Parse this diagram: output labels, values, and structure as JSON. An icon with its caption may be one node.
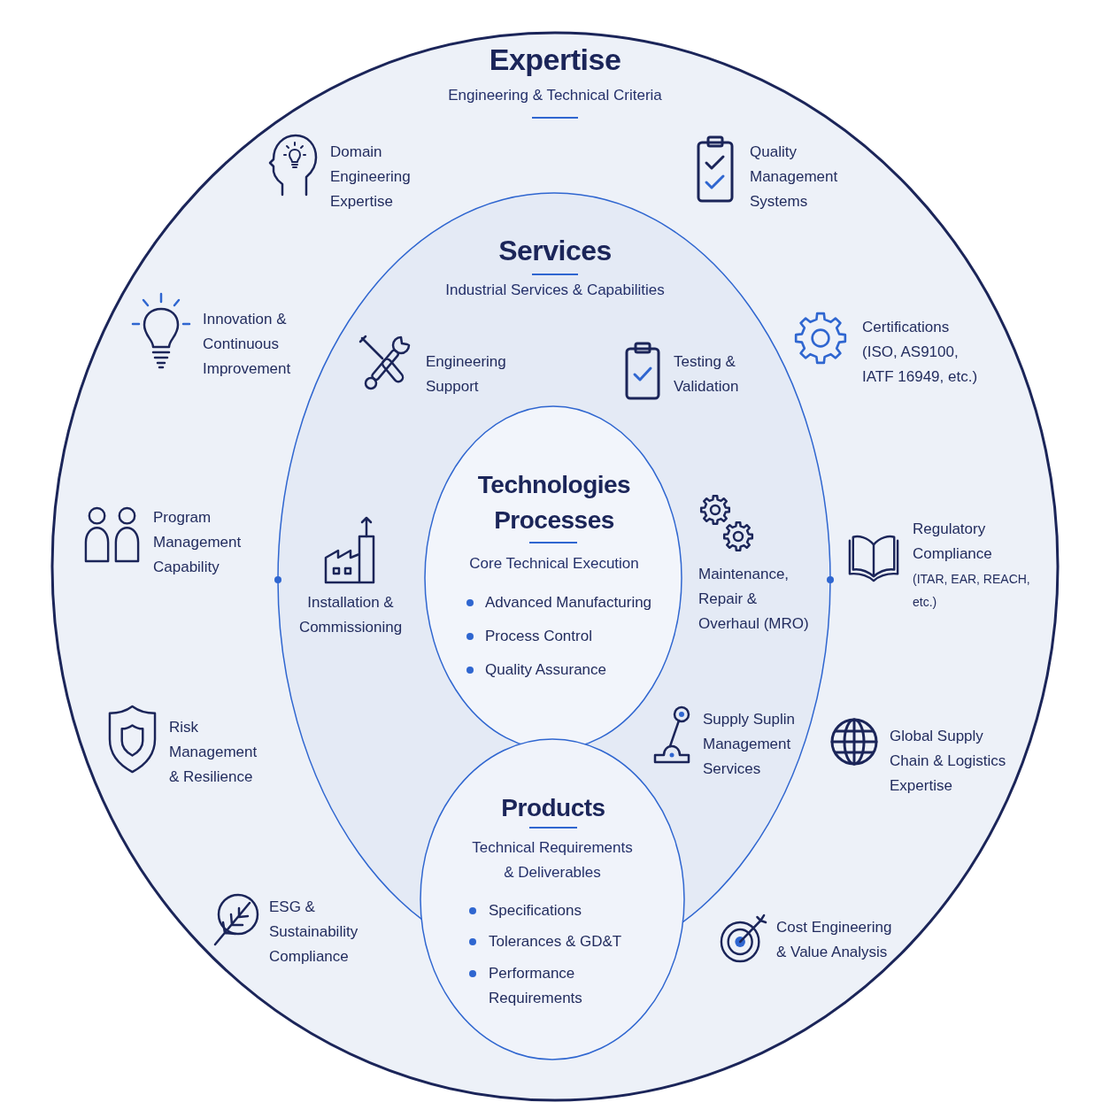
{
  "diagram": {
    "nodes": [
      {
        "text": [
          "Expertise",
          "Engineering & Technical Criteria",
          "Domain Engineering Expertise",
          "Quality Management Systems",
          "Innovation & Continuous Improvement",
          "Certifications (ISO, AS9100, IATF 16949, etc.)",
          "Program Management Capability",
          "Regulatory Compliance",
          "(ITAR, EAR, REACH, etc.)",
          "Risk Management & Resilience",
          "Global Supply Chain & Logistics Expertise",
          "ESG & Sustainability Compliance",
          "Cost Engineering & Value Analysis"
        ]
      },
      {
        "text": [
          "Services",
          "Industrial Services & Capabilities",
          "Engineering Support",
          "Testing & Validation",
          "Installation & Commissioning",
          "Maintenance, Repair & Overhaul (MRO)",
          "Supply Suplin Management Services"
        ],
        "in": 0
      },
      {
        "text": [
          "Technologies Processes",
          "Core Technical Execution",
          "Advanced Manufacturing",
          "Process Control",
          "Quality Assurance"
        ],
        "in": 1
      },
      {
        "text": [
          "Products",
          "Technical Requirements & Deliverables",
          "Specifications",
          "Tolerances & GD&T",
          "Performance Requirements"
        ],
        "in": 0
      }
    ]
  }
}
